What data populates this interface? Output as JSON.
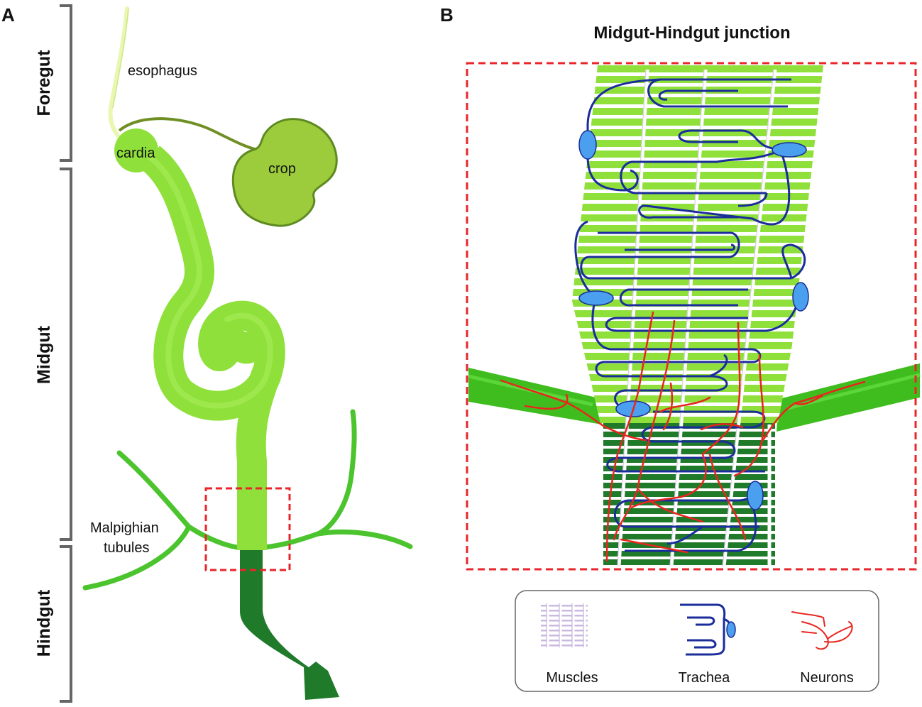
{
  "panels": {
    "a": "A",
    "b": "B"
  },
  "regions": {
    "foregut": "Foregut",
    "midgut": "Midgut",
    "hindgut": "Hindgut"
  },
  "organs": {
    "esophagus": "esophagus",
    "cardia": "cardia",
    "crop": "crop",
    "malpighian_line1": "Malpighian",
    "malpighian_line2": "tubules"
  },
  "junction": {
    "title": "Midgut-Hindgut junction"
  },
  "legend": {
    "muscles": "Muscles",
    "trachea": "Trachea",
    "neurons": "Neurons"
  },
  "colors": {
    "midgut": "#8fe03a",
    "hindgut": "#1f7a2a",
    "tubules": "#4cc42e",
    "crop_fill": "#9ccc3c",
    "crop_stroke": "#5e8a22",
    "esophagus": "#eaf7b0",
    "box": "#e8262a",
    "trachea": "#1a2d9a",
    "neurons": "#e8261e",
    "cells": "#4aa0ee",
    "muscle": "#ffffff"
  }
}
